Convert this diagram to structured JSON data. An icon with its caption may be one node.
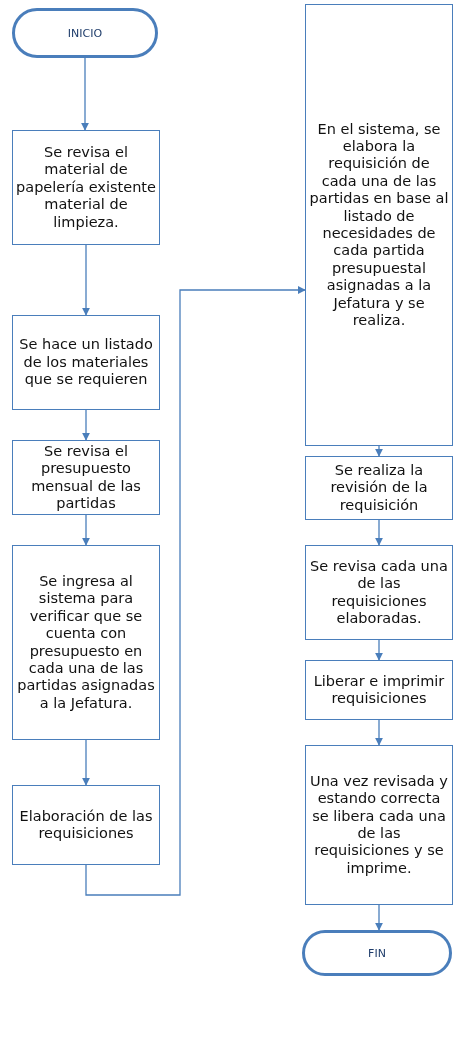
{
  "diagram": {
    "nodes": [
      {
        "text": [
          "INICIO"
        ]
      },
      {
        "text": [
          "Se revisa el material de papelería existente material de limpieza."
        ]
      },
      {
        "text": [
          "Se hace un listado de los materiales que se requieren"
        ]
      },
      {
        "text": [
          "Se revisa el presupuesto mensual de las partidas"
        ]
      },
      {
        "text": [
          "Se ingresa al sistema para verificar que se cuenta con presupuesto en cada una de las partidas asignadas a la Jefatura."
        ]
      },
      {
        "text": [
          "Elaboración de las requisiciones"
        ]
      },
      {
        "text": [
          "En el sistema, se elabora la requisición de cada una de las partidas en base al listado de necesidades de cada partida presupuestal asignadas a la Jefatura y se realiza."
        ]
      },
      {
        "text": [
          "Se realiza la revisión de la requisición"
        ]
      },
      {
        "text": [
          "Se revisa cada una de las requisiciones elaboradas."
        ]
      },
      {
        "text": [
          "Liberar e imprimir requisiciones"
        ]
      },
      {
        "text": [
          "Una vez revisada y estando correcta se libera cada una de las requisiciones y se imprime."
        ]
      },
      {
        "text": [
          "FIN"
        ]
      }
    ],
    "edges": [
      {
        "from": 0,
        "to": 1,
        "arrow": "to"
      },
      {
        "from": 1,
        "to": 2,
        "arrow": "to"
      },
      {
        "from": 2,
        "to": 3,
        "arrow": "to"
      },
      {
        "from": 3,
        "to": 4,
        "arrow": "to"
      },
      {
        "from": 4,
        "to": 5,
        "arrow": "to"
      },
      {
        "from": 5,
        "to": 6,
        "arrow": "to"
      },
      {
        "from": 6,
        "to": 7,
        "arrow": "to"
      },
      {
        "from": 7,
        "to": 8,
        "arrow": "to"
      },
      {
        "from": 8,
        "to": 9,
        "arrow": "to"
      },
      {
        "from": 9,
        "to": 10,
        "arrow": "to"
      },
      {
        "from": 10,
        "to": 11,
        "arrow": "to"
      }
    ]
  }
}
